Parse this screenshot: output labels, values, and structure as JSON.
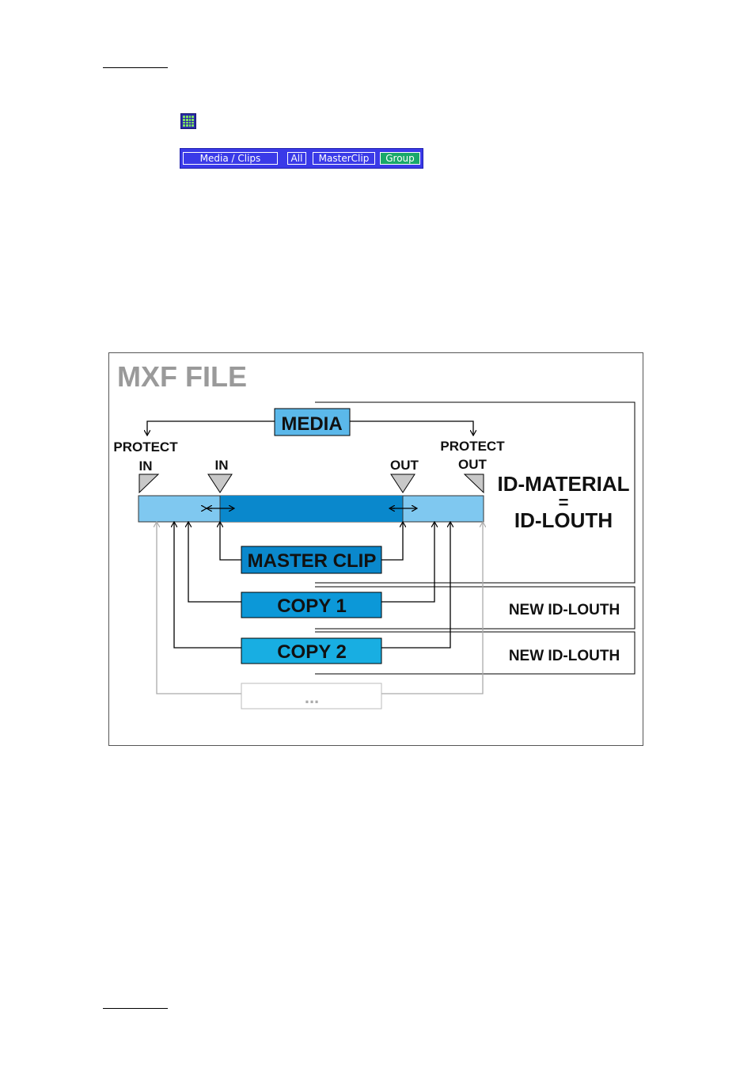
{
  "toolbar": {
    "media_clips": "Media / Clips",
    "all": "All",
    "masterclip": "MasterClip",
    "group": "Group"
  },
  "icons": {
    "grid": "grid-icon"
  },
  "colors": {
    "toolbar_bg": "#3a3ae8",
    "group_bg": "#1aa86a",
    "media_box": "#5bb8ea",
    "bar_outer": "#7fc8f0",
    "bar_inner": "#0a88cc",
    "master_clip": "#0a88cc",
    "copy1": "#0c98d8",
    "copy2": "#18aee2"
  },
  "diagram": {
    "title": "MXF FILE",
    "media": "MEDIA",
    "protect_in_line1": "PROTECT",
    "protect_in_line2": "IN",
    "in": "IN",
    "out": "OUT",
    "protect_out_line1": "PROTECT",
    "protect_out_line2": "OUT",
    "id_material": "ID-MATERIAL",
    "equals": "=",
    "id_louth": "ID-LOUTH",
    "master_clip": "MASTER CLIP",
    "copy1": "COPY 1",
    "copy2": "COPY 2",
    "ellipsis": "...",
    "new_id_louth_1": "NEW ID-LOUTH",
    "new_id_louth_2": "NEW ID-LOUTH"
  }
}
